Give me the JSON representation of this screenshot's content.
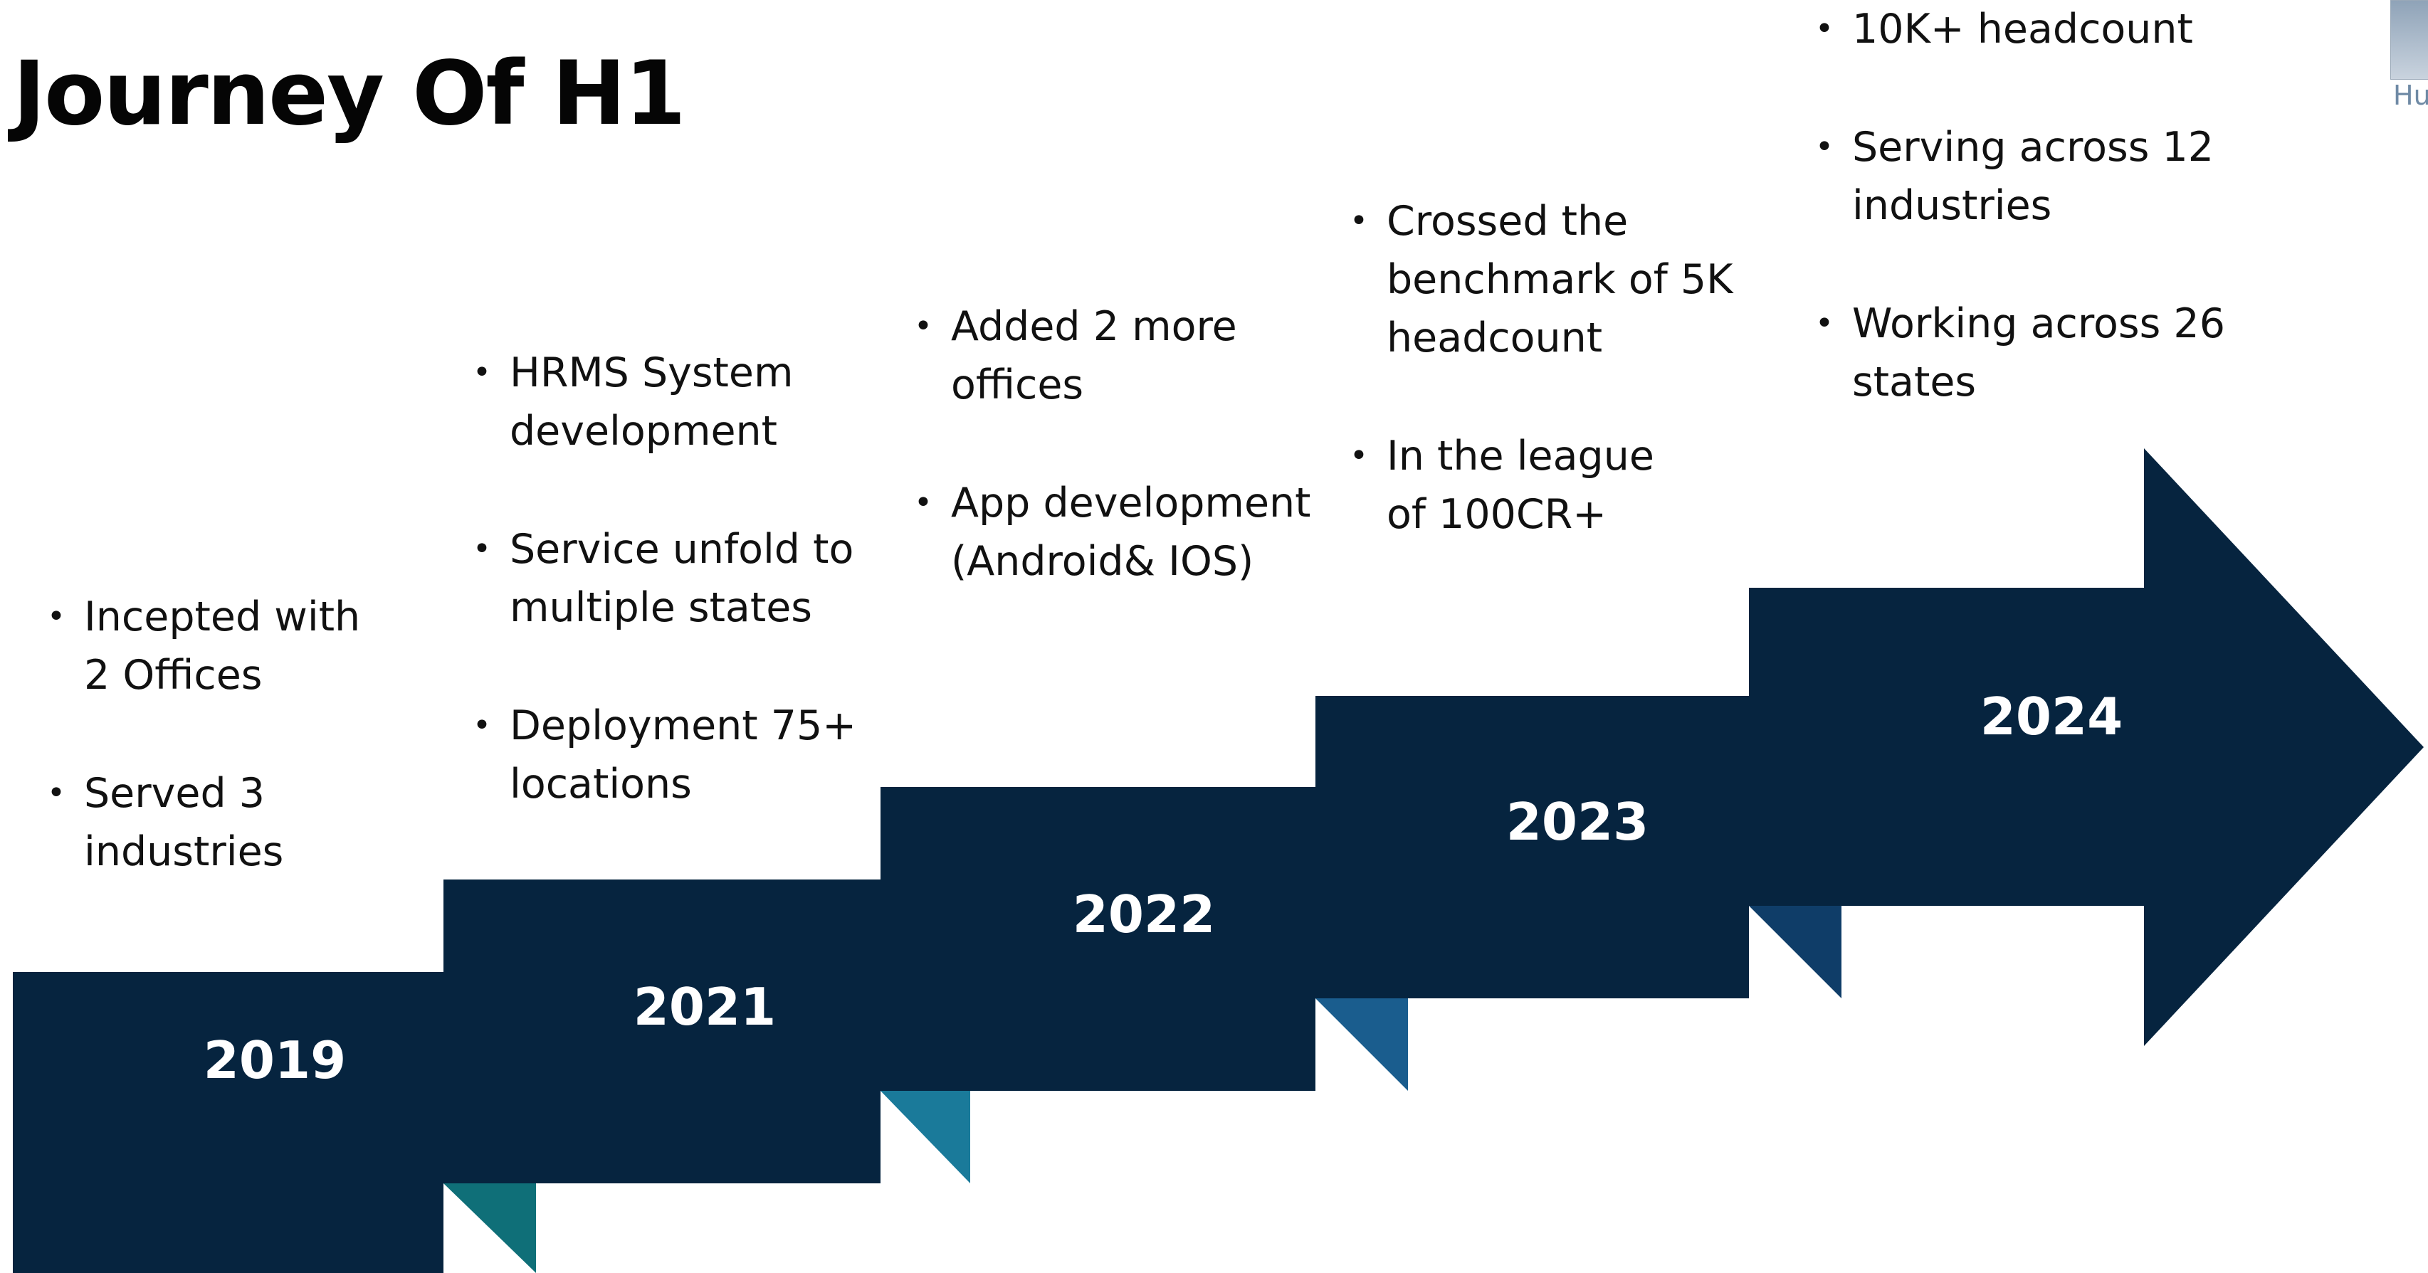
{
  "title": "Journey Of H1",
  "colors": {
    "step": "#06243f",
    "fold_2019": "#0f6f78",
    "fold_2021": "#1a7a9a",
    "fold_2022": "#1a5d8e",
    "fold_2023": "#0f3d68",
    "text_on_step": "#ffffff"
  },
  "milestones": [
    {
      "year": "2019",
      "points": [
        "Incepted with\n 2 Offices",
        "Served 3\nindustries"
      ]
    },
    {
      "year": "2021",
      "points": [
        "HRMS System\ndevelopment",
        "Service unfold to\nmultiple states",
        "Deployment 75+\nlocations"
      ]
    },
    {
      "year": "2022",
      "points": [
        "Added 2 more\noffices",
        "App development\n(Android& IOS)"
      ]
    },
    {
      "year": "2023",
      "points": [
        "Crossed the\nbenchmark of 5K\nheadcount",
        "In the league\nof  100CR+"
      ]
    },
    {
      "year": "2024",
      "points": [
        "10K+ headcount",
        "Serving across 12\nindustries",
        "Working across 26\nstates"
      ]
    }
  ],
  "corner_thumbnail": {
    "label": "Hu",
    "icon": "thumbnail-icon"
  }
}
